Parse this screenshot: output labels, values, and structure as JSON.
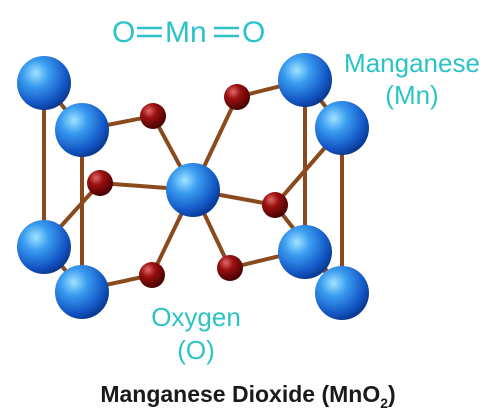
{
  "formula": {
    "parts": [
      "O",
      "Mn",
      "O"
    ],
    "color": "#2cc3c8"
  },
  "labels": {
    "manganese_name": "Manganese",
    "manganese_symbol": "(Mn)",
    "oxygen_name": "Oxygen",
    "oxygen_symbol": "(O)",
    "color": "#2cc3c8"
  },
  "title": {
    "main": "Manganese Dioxide (MnO",
    "subscript": "2",
    "close": ")",
    "color": "#1a1a1a"
  },
  "colors": {
    "manganese_atom": "#1e6fd8",
    "oxygen_atom": "#8a0d0d",
    "bond": "#8b4a1e"
  }
}
